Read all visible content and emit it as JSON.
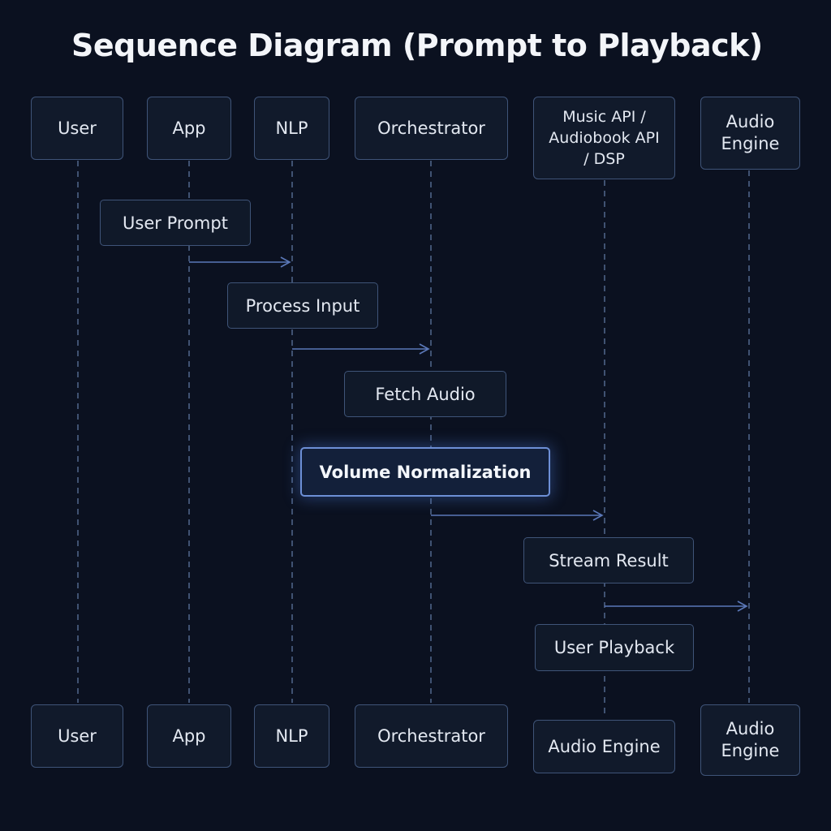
{
  "title": "Sequence Diagram (Prompt to Playback)",
  "colors": {
    "background": "#0b1120",
    "box_border": "#3f5478",
    "lifeline": "#4e6387",
    "arrow": "#5b78b8",
    "highlight_border": "#6d8fd6"
  },
  "participants_top": [
    {
      "label": "User"
    },
    {
      "label": "App"
    },
    {
      "label": "NLP"
    },
    {
      "label": "Orchestrator"
    },
    {
      "label": "Music API /\nAudiobook API\n/ DSP"
    },
    {
      "label": "Audio\nEngine"
    }
  ],
  "participants_bottom": [
    {
      "label": "User"
    },
    {
      "label": "App"
    },
    {
      "label": "NLP"
    },
    {
      "label": "Orchestrator"
    },
    {
      "label": "Audio Engine"
    },
    {
      "label": "Audio\nEngine"
    }
  ],
  "messages": [
    {
      "label": "User Prompt"
    },
    {
      "label": "Process Input"
    },
    {
      "label": "Fetch Audio"
    },
    {
      "label": "Volume Normalization"
    },
    {
      "label": "Stream Result"
    },
    {
      "label": "User Playback"
    }
  ]
}
